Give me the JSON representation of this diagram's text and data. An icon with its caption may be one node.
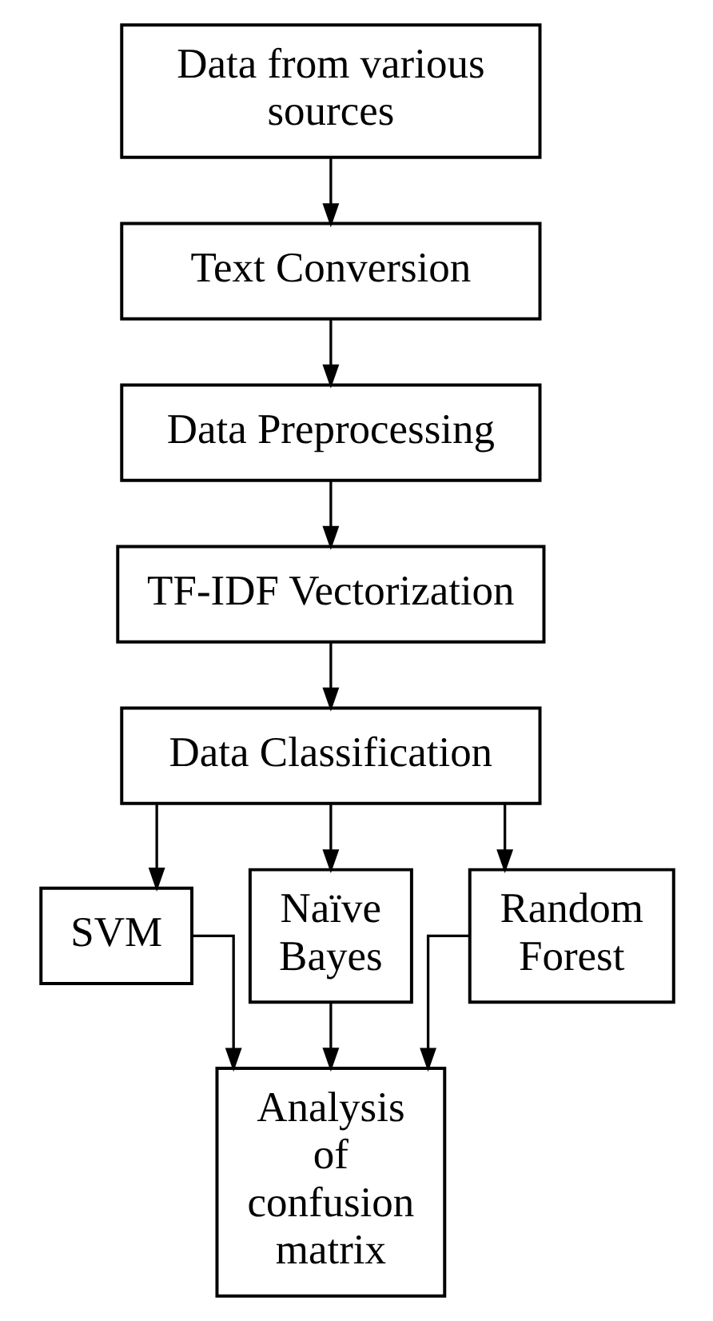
{
  "diagram": {
    "nodes": [
      {
        "text": [
          "Data from various sources"
        ]
      },
      {
        "text": [
          "Text Conversion"
        ]
      },
      {
        "text": [
          "Data Preprocessing"
        ]
      },
      {
        "text": [
          "TF-IDF Vectorization"
        ]
      },
      {
        "text": [
          "Data Classification"
        ]
      },
      {
        "text": [
          "SVM"
        ]
      },
      {
        "text": [
          "Naïve Bayes"
        ]
      },
      {
        "text": [
          "Random Forest"
        ]
      },
      {
        "text": [
          "Analysis of confusion matrix"
        ]
      }
    ],
    "edges": [
      {
        "from": 0,
        "to": 1,
        "arrow": "to"
      },
      {
        "from": 1,
        "to": 2,
        "arrow": "to"
      },
      {
        "from": 2,
        "to": 3,
        "arrow": "to"
      },
      {
        "from": 3,
        "to": 4,
        "arrow": "to"
      },
      {
        "from": 4,
        "to": 5,
        "arrow": "to"
      },
      {
        "from": 4,
        "to": 6,
        "arrow": "to"
      },
      {
        "from": 4,
        "to": 7,
        "arrow": "to"
      },
      {
        "from": 5,
        "to": 8,
        "arrow": "to"
      },
      {
        "from": 6,
        "to": 8,
        "arrow": "to"
      },
      {
        "from": 7,
        "to": 8,
        "arrow": "to"
      }
    ]
  }
}
